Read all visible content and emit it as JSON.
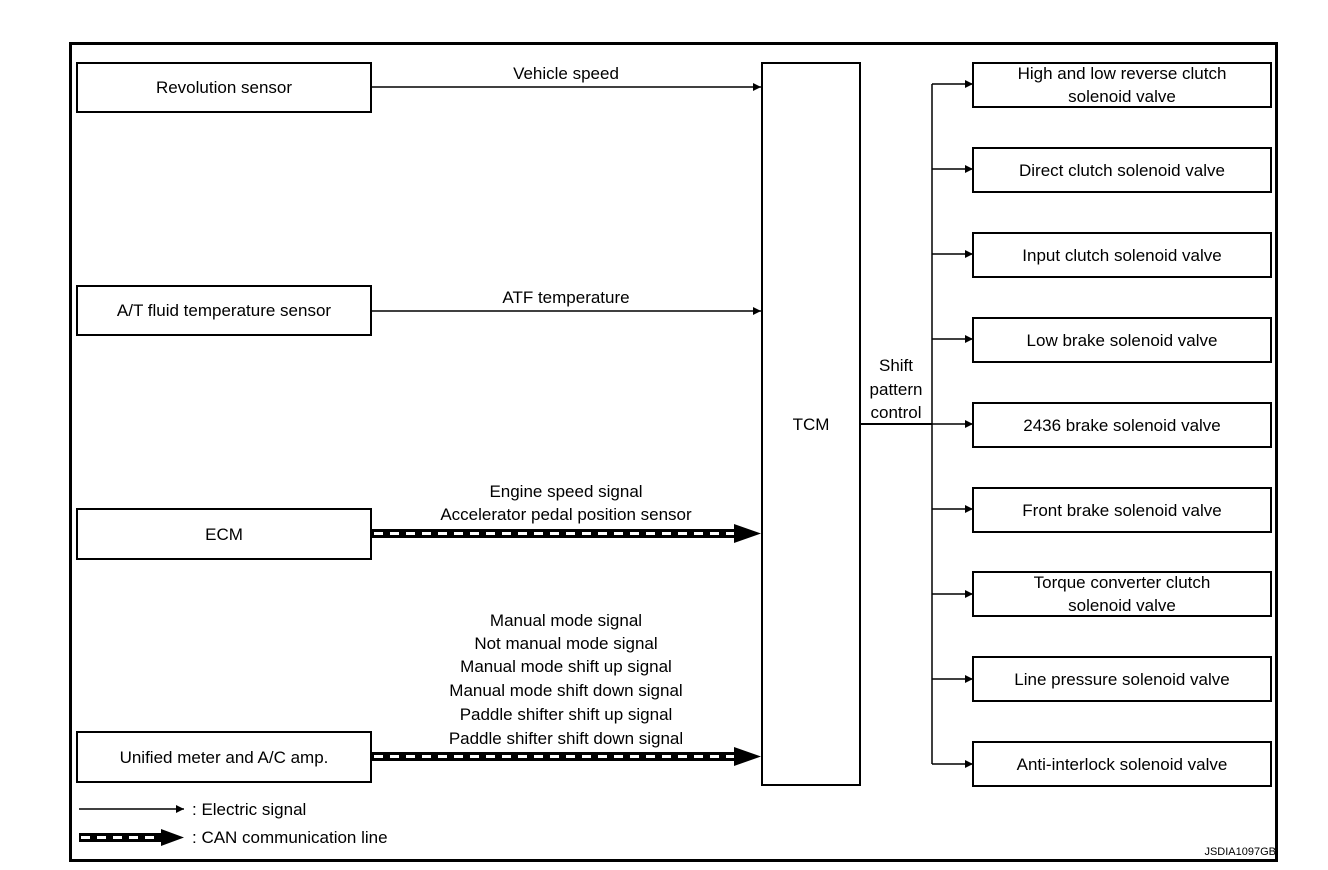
{
  "inputs": {
    "revolution_sensor": "Revolution sensor",
    "atf_sensor": "A/T fluid temperature sensor",
    "ecm": "ECM",
    "unified_meter": "Unified meter and A/C amp."
  },
  "signals": {
    "vehicle_speed": "Vehicle speed",
    "atf_temperature": "ATF temperature",
    "ecm_signals": [
      "Engine speed signal",
      "Accelerator pedal position sensor"
    ],
    "meter_signals": [
      "Manual mode signal",
      "Not manual mode signal",
      "Manual mode shift up signal",
      "Manual mode shift down signal",
      "Paddle shifter shift up signal",
      "Paddle shifter shift down signal"
    ]
  },
  "tcm": {
    "label": "TCM",
    "output_label": [
      "Shift",
      "pattern",
      "control"
    ]
  },
  "outputs": [
    [
      "High and low reverse clutch",
      "solenoid valve"
    ],
    [
      "Direct clutch solenoid valve"
    ],
    [
      "Input clutch solenoid valve"
    ],
    [
      "Low brake solenoid valve"
    ],
    [
      "2436 brake solenoid valve"
    ],
    [
      "Front brake solenoid valve"
    ],
    [
      "Torque converter clutch",
      "solenoid valve"
    ],
    [
      "Line pressure solenoid valve"
    ],
    [
      "Anti-interlock solenoid valve"
    ]
  ],
  "legend": {
    "electric": ": Electric signal",
    "can": ": CAN communication line"
  },
  "figure_code": "JSDIA1097GB"
}
